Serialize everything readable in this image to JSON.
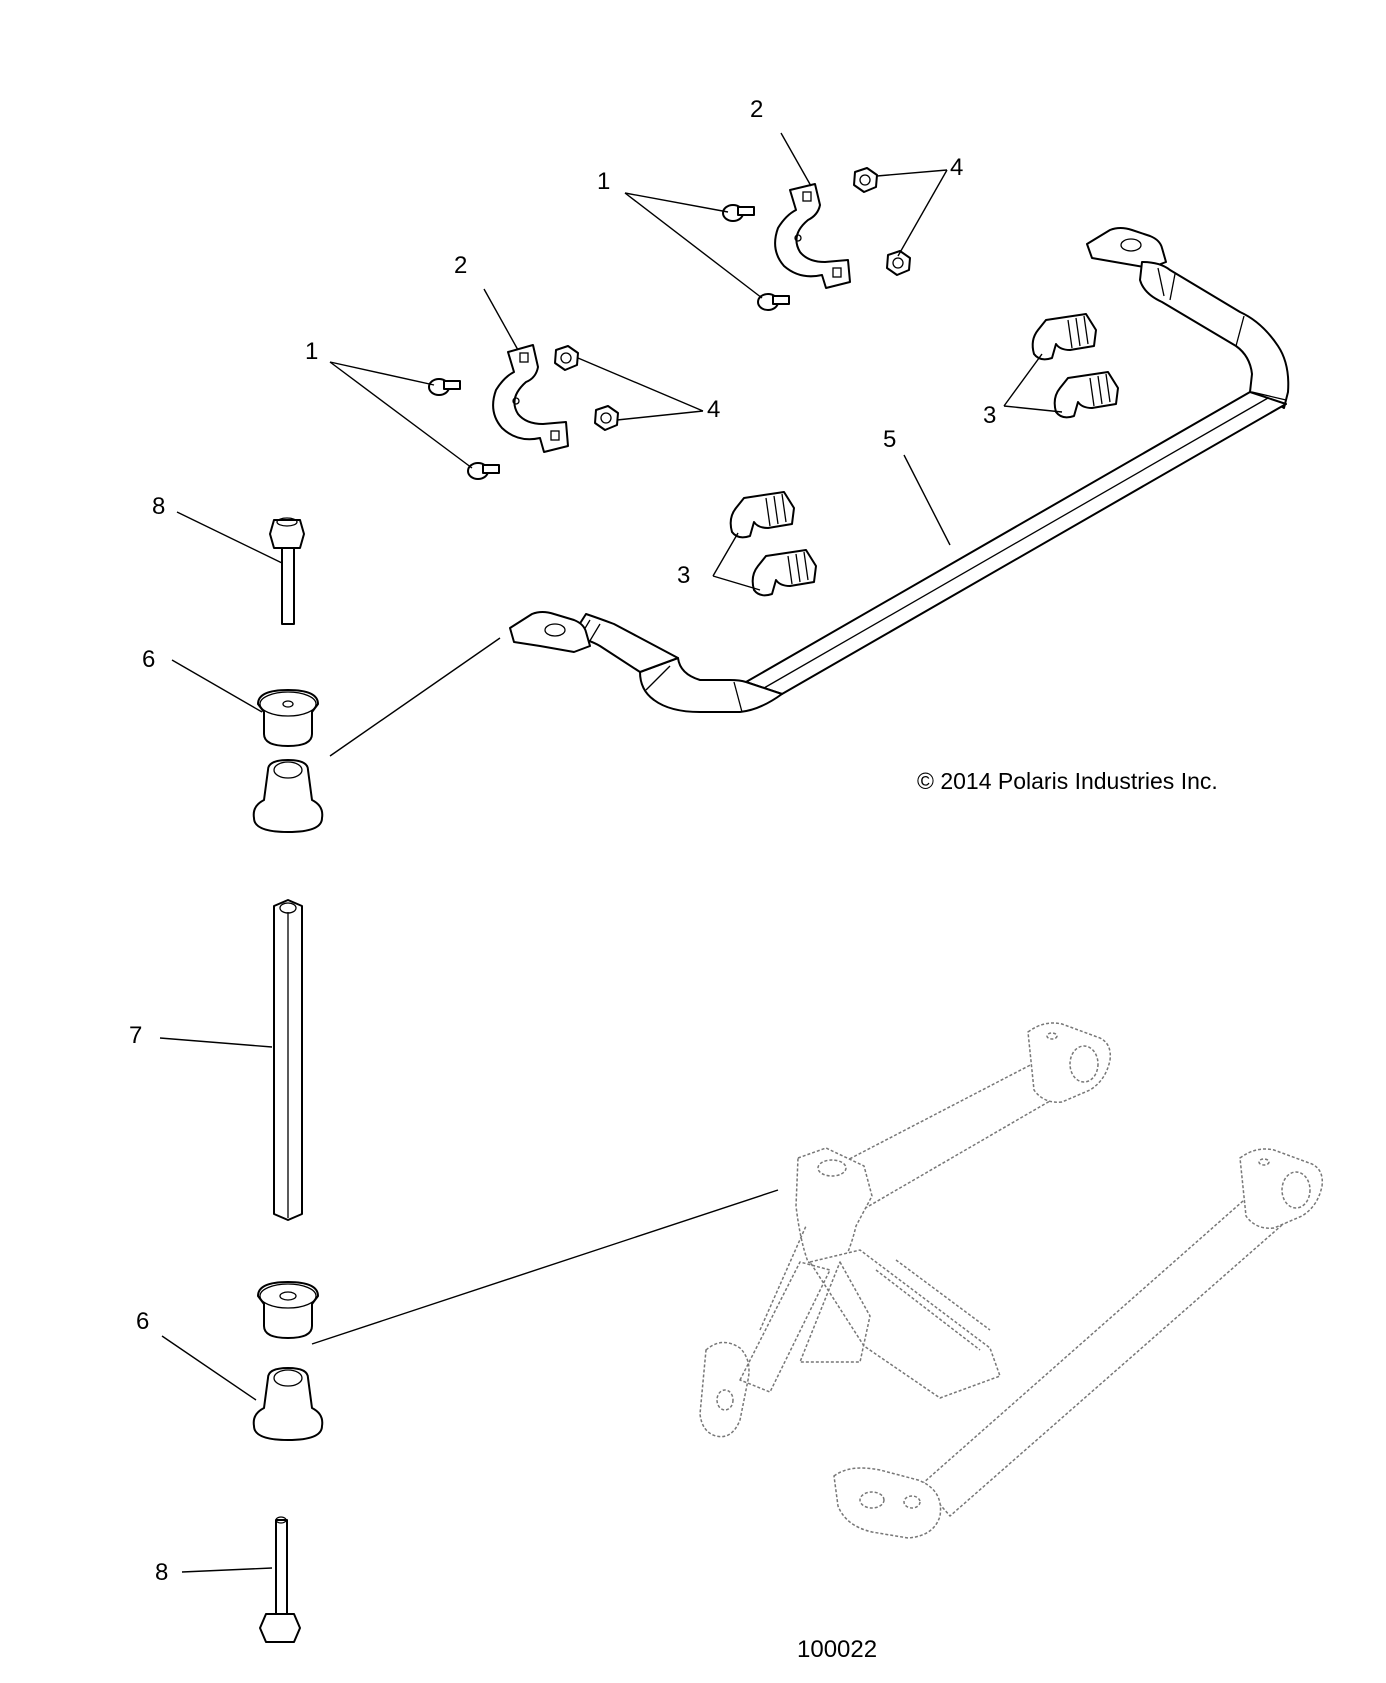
{
  "callouts": {
    "c1_top": "1",
    "c2_top": "2",
    "c4_top": "4",
    "c2_mid": "2",
    "c1_mid": "1",
    "c4_mid": "4",
    "c3_right": "3",
    "c5": "5",
    "c3_left": "3",
    "c8_top": "8",
    "c6_top": "6",
    "c7": "7",
    "c6_bottom": "6",
    "c8_bottom": "8"
  },
  "copyright": "© 2014 Polaris Industries Inc.",
  "figure_id": "100022"
}
